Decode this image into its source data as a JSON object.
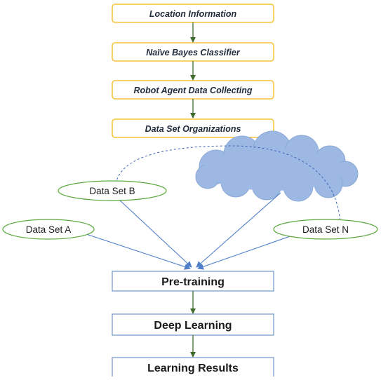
{
  "steps": [
    "Location Information",
    "Naïve Bayes Classifier",
    "Robot Agent Data Collecting",
    "Data Set Organizations"
  ],
  "data_sets": {
    "b": "Data Set B",
    "a": "Data Set A",
    "n": "Data Set N"
  },
  "stages": [
    "Pre-training",
    "Deep Learning",
    "Learning Results"
  ],
  "colors": {
    "step_border": "#f5c23a",
    "step_fill": "#ffffff",
    "step_arrow": "#3d6b2c",
    "ellipse_border": "#5aa83c",
    "blue_arrow": "#4f7fc9",
    "cloud_fill": "#9db9e3",
    "cloud_stroke": "#8aa9d6",
    "dashed_arc": "#3a63b8",
    "stage_border": "#6f95c9",
    "stage_arrow": "#3d6b2c"
  }
}
